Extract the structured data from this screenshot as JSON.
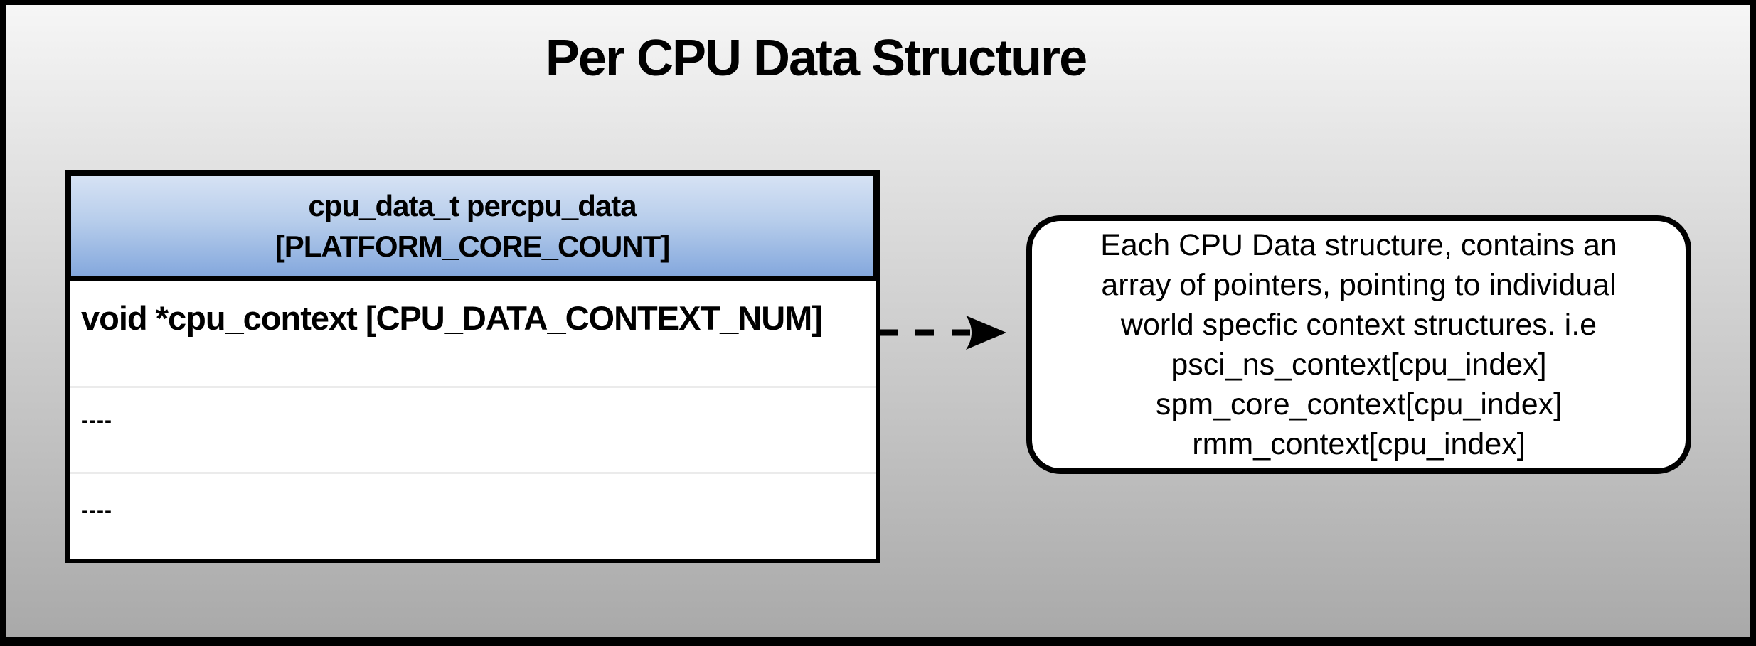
{
  "title": "Per CPU Data Structure",
  "table": {
    "header_line1": "cpu_data_t percpu_data",
    "header_line2": "[PLATFORM_CORE_COUNT]",
    "rows": [
      "void *cpu_context [CPU_DATA_CONTEXT_NUM]",
      "----",
      "----"
    ]
  },
  "callout": {
    "lines": [
      "Each CPU Data structure, contains an",
      "array of pointers, pointing to individual",
      "world specfic context structures. i.e",
      "psci_ns_context[cpu_index]",
      "spm_core_context[cpu_index]",
      "rmm_context[cpu_index]"
    ]
  },
  "colors": {
    "frame_border": "#000000",
    "background_top": "#f6f6f6",
    "background_bottom": "#a9a9a9",
    "header_gradient_top": "#d6e2f4",
    "header_gradient_bottom": "#84a8dd",
    "table_fill": "#ffffff",
    "callout_fill": "#ffffff",
    "text": "#000000"
  }
}
